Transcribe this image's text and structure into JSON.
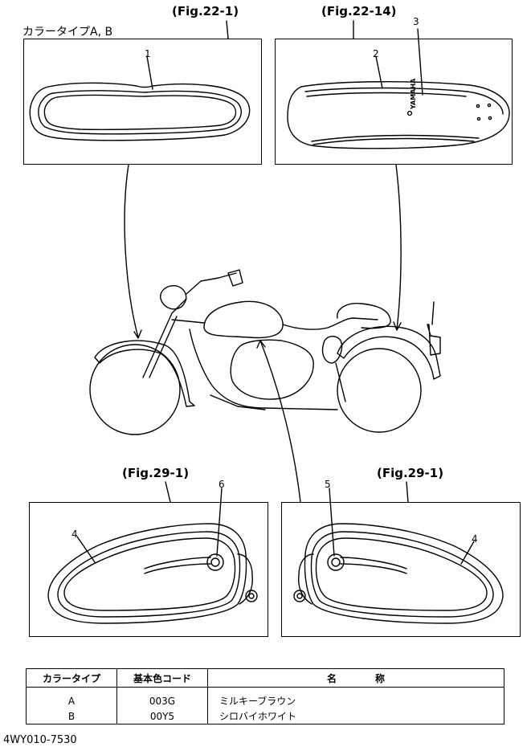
{
  "header": {
    "color_type_label": "カラータイプA, B"
  },
  "figures": {
    "fig_top_left": "(Fig.22-1)",
    "fig_top_right": "(Fig.22-14)",
    "fig_bottom_left": "(Fig.29-1)",
    "fig_bottom_right": "(Fig.29-1)"
  },
  "callouts": {
    "c1": "1",
    "c2": "2",
    "c3": "3",
    "c4_left": "4",
    "c4_right": "4",
    "c5": "5",
    "c6": "6"
  },
  "fender_text": "YAMAHA",
  "legend": {
    "headers": [
      "カラータイプ",
      "基本色コード",
      "名　　　　称"
    ],
    "rows": [
      {
        "type": "A",
        "code": "003G",
        "name": "ミルキーブラウン"
      },
      {
        "type": "B",
        "code": "00Y5",
        "name": "シロバイホワイト"
      }
    ]
  },
  "doc_code": "4WY010-7530"
}
